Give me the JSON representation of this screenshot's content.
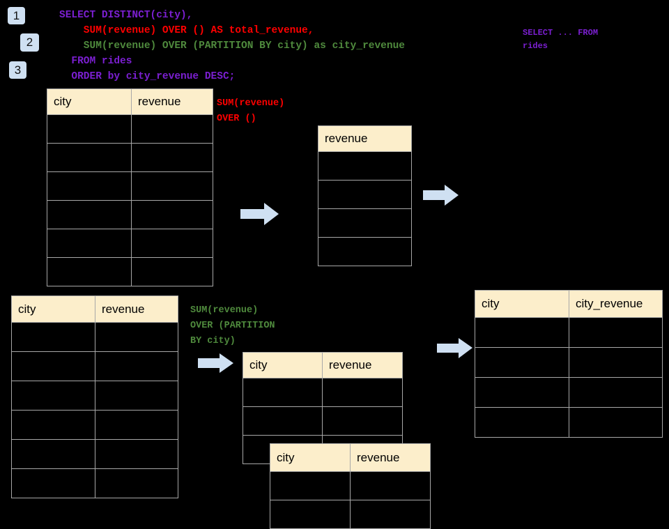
{
  "background": "#000000",
  "palette": {
    "badge_bg": "#cfe0f2",
    "header_bg": "#fceecb",
    "grid_line": "#a8a8a8",
    "sql_purple": "#7b1fd1",
    "sql_red": "#ff0000",
    "sql_green": "#4f8a3d",
    "arrow_fill": "#cfe0f2"
  },
  "steps": [
    {
      "label": "1"
    },
    {
      "label": "2"
    },
    {
      "label": "3"
    }
  ],
  "sql": {
    "lines": [
      {
        "text": "SELECT DISTINCT(city),",
        "color": "purple"
      },
      {
        "text": "    SUM(revenue) OVER () AS total_revenue,",
        "color": "red"
      },
      {
        "text": "    SUM(revenue) OVER (PARTITION BY city) as city_revenue",
        "color": "green"
      },
      {
        "text": "  FROM rides",
        "color": "purple"
      },
      {
        "text": "  ORDER by city_revenue DESC;",
        "color": "purple"
      }
    ]
  },
  "side_note": {
    "line1": "SELECT ... FROM",
    "line2": "rides"
  },
  "annotations": {
    "over_empty": {
      "line1": "SUM(revenue)",
      "line2": "OVER ()"
    },
    "over_partition": {
      "line1": "SUM(revenue)",
      "line2": "OVER (PARTITION",
      "line3": "BY city)"
    }
  },
  "tables": {
    "source_top": {
      "headers": [
        "city",
        "revenue"
      ],
      "row_count": 6,
      "rows": [
        [
          "",
          ""
        ],
        [
          "",
          ""
        ],
        [
          "",
          ""
        ],
        [
          "",
          ""
        ],
        [
          "",
          ""
        ],
        [
          "",
          ""
        ]
      ]
    },
    "total_revenue": {
      "headers": [
        "revenue"
      ],
      "row_count": 4,
      "rows": [
        [
          ""
        ],
        [
          ""
        ],
        [
          ""
        ],
        [
          ""
        ]
      ]
    },
    "source_bottom": {
      "headers": [
        "city",
        "revenue"
      ],
      "row_count": 6,
      "rows": [
        [
          "",
          ""
        ],
        [
          "",
          ""
        ],
        [
          "",
          ""
        ],
        [
          "",
          ""
        ],
        [
          "",
          ""
        ],
        [
          "",
          ""
        ]
      ]
    },
    "partition_a": {
      "headers": [
        "city",
        "revenue"
      ],
      "row_count": 3,
      "rows": [
        [
          "",
          ""
        ],
        [
          "",
          ""
        ],
        [
          "",
          ""
        ]
      ]
    },
    "partition_b": {
      "headers": [
        "city",
        "revenue"
      ],
      "row_count": 2,
      "rows": [
        [
          "",
          ""
        ],
        [
          "",
          ""
        ]
      ]
    },
    "result": {
      "headers": [
        "city",
        "city_revenue"
      ],
      "row_count": 4,
      "rows": [
        [
          "",
          ""
        ],
        [
          "",
          ""
        ],
        [
          "",
          ""
        ],
        [
          "",
          ""
        ]
      ]
    }
  },
  "arrows": [
    {
      "name": "arrow-source-to-total"
    },
    {
      "name": "arrow-total-to-result"
    },
    {
      "name": "arrow-source-to-partition"
    },
    {
      "name": "arrow-partition-to-result"
    }
  ]
}
